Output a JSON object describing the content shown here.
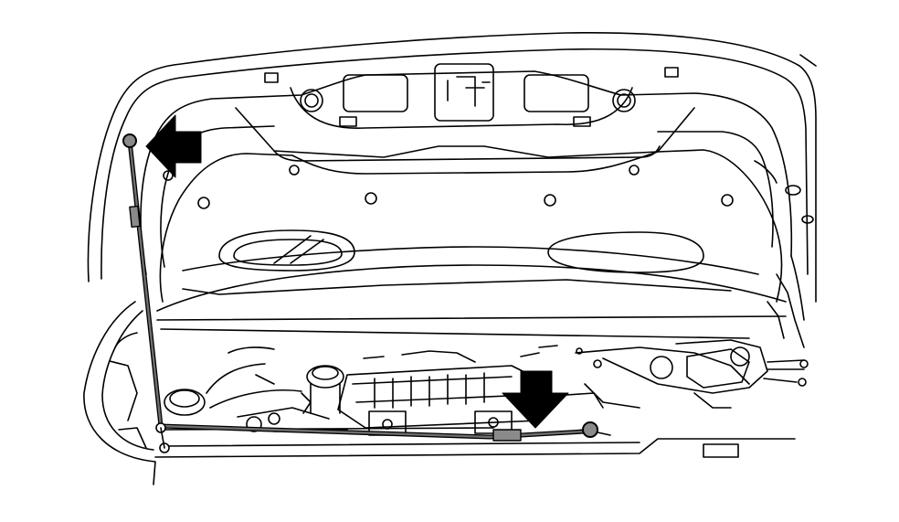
{
  "figure": {
    "subject": "hood-prop-rod-removal-illustration",
    "colors": {
      "background": "#ffffff",
      "line": "#000000",
      "arrow": "#000000",
      "rod": "#6f6f6f",
      "rod_sleeve": "#8a8a8a"
    },
    "arrows": [
      {
        "name": "arrow-left-icon",
        "direction": "left"
      },
      {
        "name": "arrow-down-icon",
        "direction": "down"
      }
    ]
  }
}
